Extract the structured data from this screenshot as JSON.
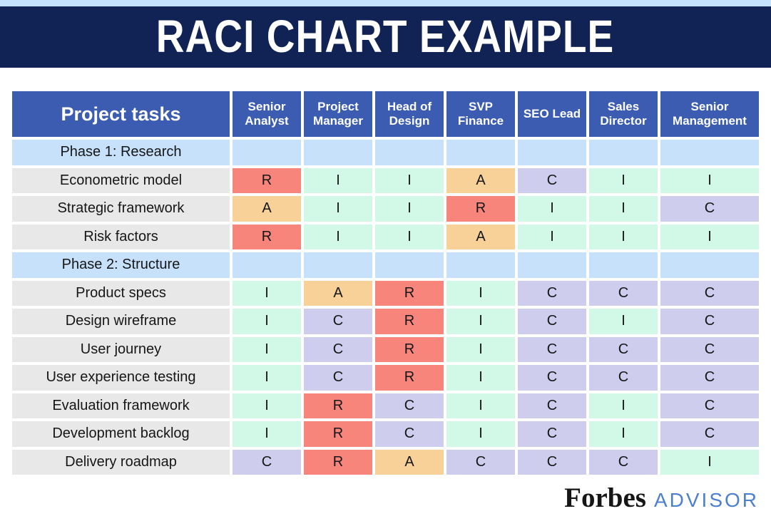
{
  "banner": {
    "title": "RACI CHART EXAMPLE"
  },
  "colors": {
    "page_bg": "#ffffff",
    "top_strip": "#c5e2fc",
    "banner_bg": "#112255",
    "header_bg": "#3b5cb1",
    "phase_bg": "#c7e1fb",
    "task_bg": "#e9e8e8",
    "letter_text": "#161616",
    "letter_R": "#f8857b",
    "letter_A": "#f8d199",
    "letter_C": "#cfcdee",
    "letter_I": "#d2f9e7",
    "forbes_black": "#161616",
    "advisor_blue": "#4d7fd1"
  },
  "table": {
    "task_column_header": "Project tasks",
    "role_columns": [
      "Senior Analyst",
      "Project Manager",
      "Head of Design",
      "SVP Finance",
      "SEO Lead",
      "Sales Director",
      "Senior Management"
    ]
  },
  "footer": {
    "brand": "Forbes",
    "suffix": "ADVISOR"
  },
  "chart_data": {
    "type": "table",
    "title": "RACI CHART EXAMPLE",
    "columns": [
      "Project tasks",
      "Senior Analyst",
      "Project Manager",
      "Head of Design",
      "SVP Finance",
      "SEO Lead",
      "Sales Director",
      "Senior Management"
    ],
    "rows": [
      [
        "Phase 1: Research",
        "",
        "",
        "",
        "",
        "",
        "",
        ""
      ],
      [
        "Econometric model",
        "R",
        "I",
        "I",
        "A",
        "C",
        "I",
        "I"
      ],
      [
        "Strategic framework",
        "A",
        "I",
        "I",
        "R",
        "I",
        "I",
        "C"
      ],
      [
        "Risk factors",
        "R",
        "I",
        "I",
        "A",
        "I",
        "I",
        "I"
      ],
      [
        "Phase 2: Structure",
        "",
        "",
        "",
        "",
        "",
        "",
        ""
      ],
      [
        "Product specs",
        "I",
        "A",
        "R",
        "I",
        "C",
        "C",
        "C"
      ],
      [
        "Design wireframe",
        "I",
        "C",
        "R",
        "I",
        "C",
        "I",
        "C"
      ],
      [
        "User journey",
        "I",
        "C",
        "R",
        "I",
        "C",
        "C",
        "C"
      ],
      [
        "User experience testing",
        "I",
        "C",
        "R",
        "I",
        "C",
        "C",
        "C"
      ],
      [
        "Evaluation framework",
        "I",
        "R",
        "C",
        "I",
        "C",
        "I",
        "C"
      ],
      [
        "Development backlog",
        "I",
        "R",
        "C",
        "I",
        "C",
        "I",
        "C"
      ],
      [
        "Delivery roadmap",
        "C",
        "R",
        "A",
        "C",
        "C",
        "C",
        "I"
      ]
    ],
    "cell_color_legend": {
      "R": "#f8857b",
      "A": "#f8d199",
      "C": "#cfcdee",
      "I": "#d2f9e7"
    }
  }
}
